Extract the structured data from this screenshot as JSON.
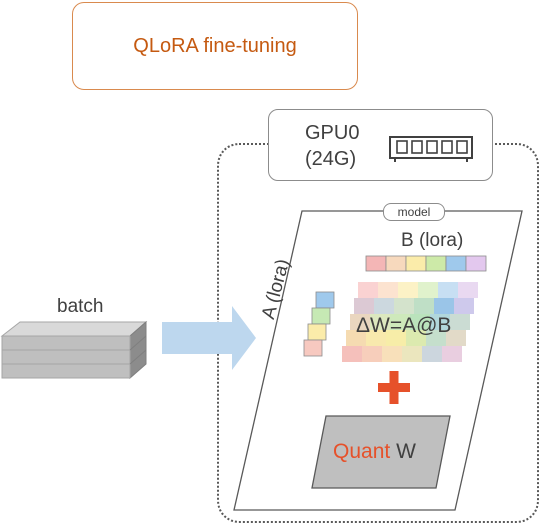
{
  "title": "QLoRA fine-tuning",
  "gpu": {
    "line1": "GPU0",
    "line2": "(24G)",
    "icon": "memory-chip-icon"
  },
  "batch": {
    "label": "batch"
  },
  "model": {
    "tag": "model",
    "b_label": "B (lora)",
    "a_label": "A (lora)",
    "delta": "ΔW=A@B",
    "plus": "+",
    "quant_word": "Quant",
    "quant_w": "W"
  },
  "colors": {
    "title": "#c55a11",
    "accent_plus": "#e6512a",
    "arrow": "#bdd7ee"
  }
}
